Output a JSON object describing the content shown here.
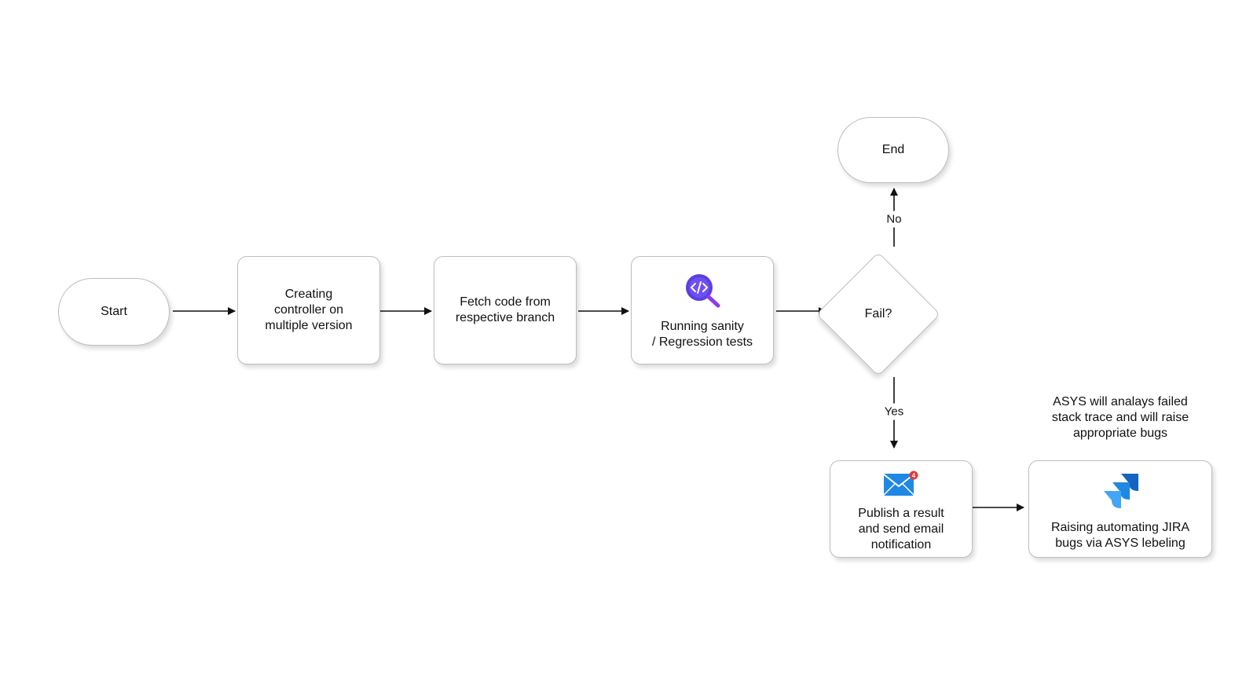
{
  "nodes": {
    "start": "Start",
    "creating": "Creating\ncontroller on\nmultiple version",
    "fetch": "Fetch code from\nrespective branch",
    "running": "Running sanity\n/ Regression tests",
    "fail": "Fail?",
    "end": "End",
    "publish": "Publish a result\nand send email\nnotification",
    "jira": "Raising automating JIRA\nbugs via ASYS lebeling"
  },
  "edges": {
    "no": "No",
    "yes": "Yes"
  },
  "note": "ASYS will analays failed\nstack trace and will raise\nappropriate bugs",
  "colors": {
    "arrow": "#111111",
    "border": "#bdbdbd",
    "search_icon": "#5b3fe0",
    "mail_icon": "#1f88e5",
    "badge": "#e53935",
    "jira_icon": "#1565c0"
  }
}
